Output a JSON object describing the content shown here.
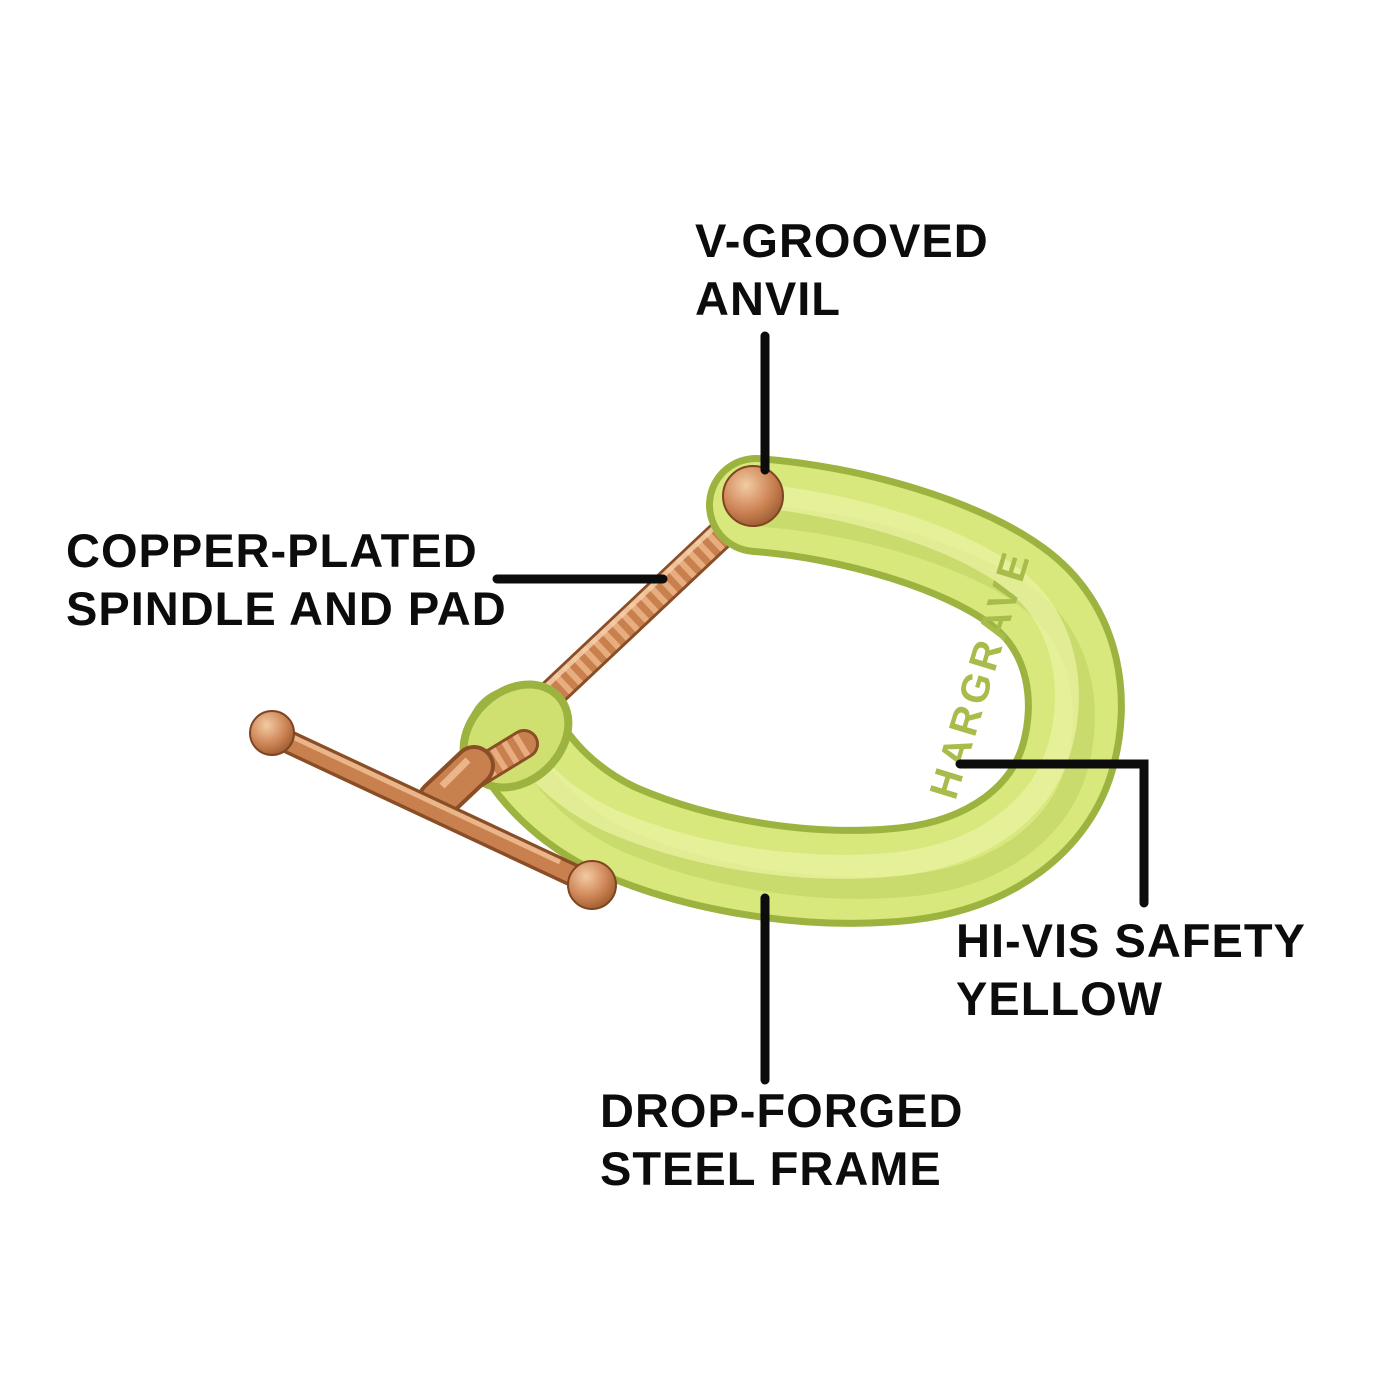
{
  "diagram": {
    "product": "hi-vis c-clamp feature diagram",
    "brand": "HARGRAVE",
    "colors": {
      "background": "#ffffff",
      "frame_yellow": "#d8e87c",
      "frame_outline": "#9db33f",
      "frame_sheen": "#ecf4a5",
      "copper": "#c9804f",
      "copper_dark": "#8a4e26",
      "copper_light": "#e8ad7f",
      "callout_black": "#0c0c0c"
    },
    "callouts": [
      {
        "id": "anvil",
        "lines": [
          "V-GROOVED",
          "ANVIL"
        ]
      },
      {
        "id": "spindle",
        "lines": [
          "COPPER-PLATED",
          "SPINDLE AND PAD"
        ]
      },
      {
        "id": "yellow",
        "lines": [
          "HI-VIS SAFETY",
          "YELLOW"
        ]
      },
      {
        "id": "frame",
        "lines": [
          "DROP-FORGED",
          "STEEL FRAME"
        ]
      }
    ]
  }
}
